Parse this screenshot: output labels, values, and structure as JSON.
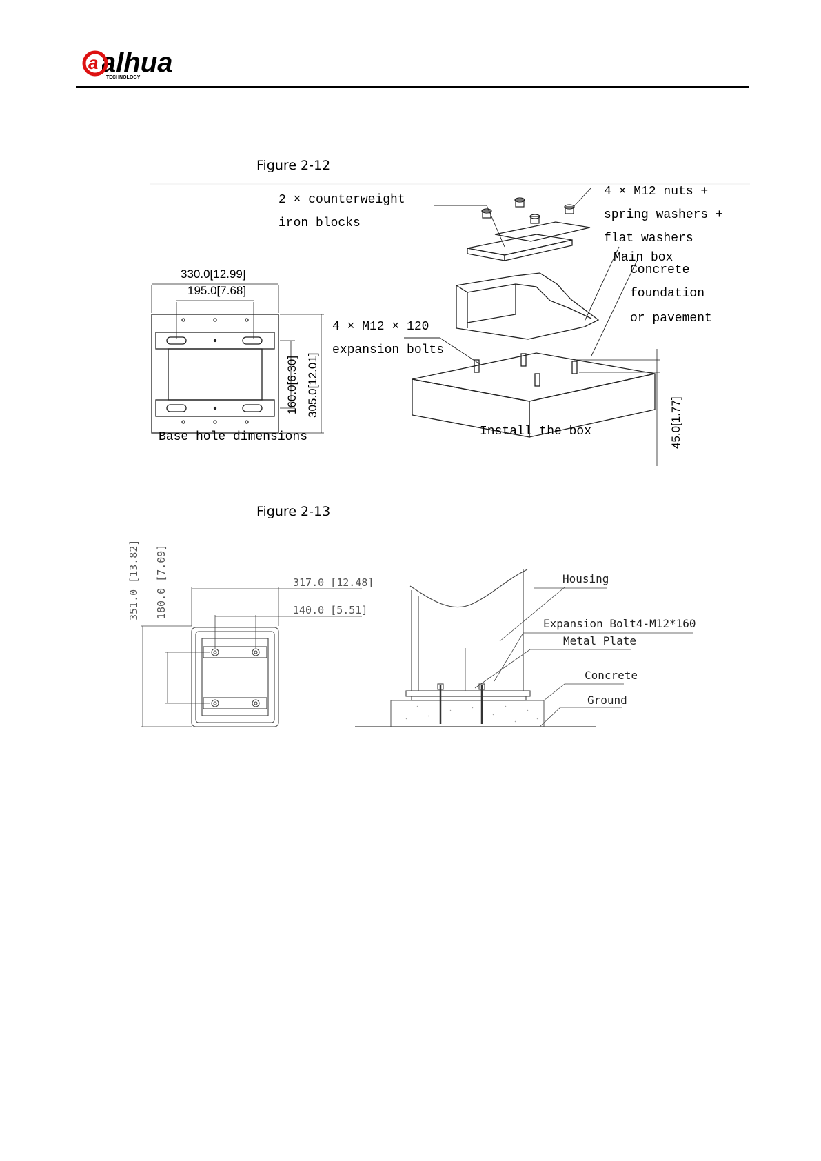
{
  "header": {
    "logo_text": "alhua",
    "logo_tagline": "TECHNOLOGY"
  },
  "figure_12": {
    "caption": "Figure 2-12",
    "labels": {
      "counterweight_1": "2 × counterweight",
      "counterweight_2": "iron blocks",
      "nuts_1": "4 × M12 nuts +",
      "nuts_2": "spring washers +",
      "nuts_3": "flat washers",
      "main_box": "Main box",
      "concrete_1": "Concrete",
      "concrete_2": "foundation",
      "concrete_3": "or pavement",
      "bolts_1": "4 × M12 × 120",
      "bolts_2": "expansion bolts",
      "base_caption": "Base hole dimensions",
      "install_caption": "Install the box"
    },
    "dims": {
      "width_outer": "330.0[12.99]",
      "width_inner": "195.0[7.68]",
      "height_inner": "160.0[6.30]",
      "height_outer": "305.0[12.01]",
      "bolt_height": "45.0[1.77]"
    }
  },
  "figure_13": {
    "caption": "Figure 2-13",
    "dims": {
      "height_total": "351.0 [13.82]",
      "height_inner": "180.0 [7.09]",
      "width_outer": "317.0 [12.48]",
      "width_inner": "140.0 [5.51]"
    },
    "labels": {
      "housing": "Housing",
      "expansion_bolt": "Expansion Bolt4-M12*160",
      "metal_plate": "Metal Plate",
      "concrete": "Concrete",
      "ground": "Ground"
    }
  }
}
